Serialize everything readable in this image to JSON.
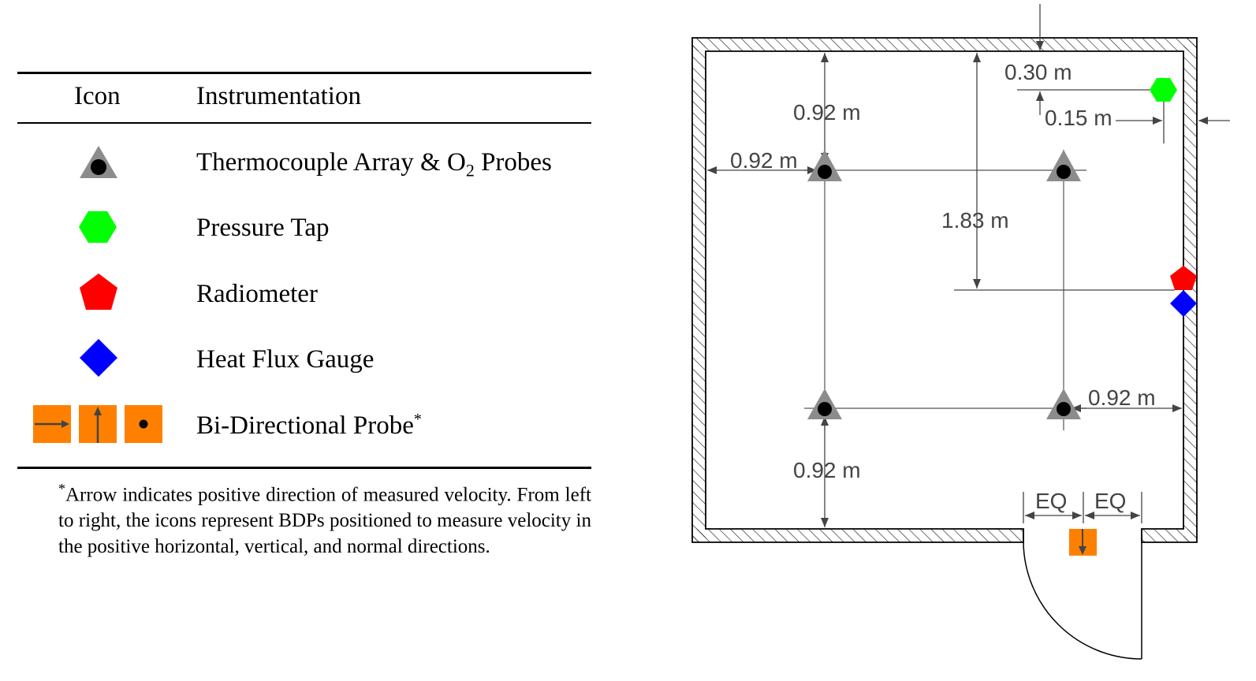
{
  "legend": {
    "header": {
      "icon": "Icon",
      "instrumentation": "Instrumentation"
    },
    "rows": [
      {
        "label_main": "Thermocouple Array & O",
        "label_sub": "2",
        "label_tail": " Probes",
        "icon": "gray-triangle-with-black-dot",
        "color": "#8c8c8c"
      },
      {
        "label": "Pressure Tap",
        "icon": "green-hexagon",
        "color": "#00ff00"
      },
      {
        "label": "Radiometer",
        "icon": "red-pentagon",
        "color": "#ff0000"
      },
      {
        "label": "Heat Flux Gauge",
        "icon": "blue-diamond",
        "color": "#0000ff"
      },
      {
        "label": "Bi-Directional Probe",
        "label_sup": "*",
        "icon": "orange-squares-with-arrows",
        "color": "#ff8000"
      }
    ],
    "footnote_mark": "*",
    "footnote": "Arrow indicates positive direction of measured velocity. From left to right, the icons represent BDPs positioned to measure velocity in the positive horizontal, vertical, and normal directions."
  },
  "plan": {
    "dimensions": {
      "top_left_vertical": "0.92 m",
      "top_left_horizontal": "0.92 m",
      "center_vertical": "1.83 m",
      "bottom_left_vertical": "0.92 m",
      "bottom_right_horizontal": "0.92 m",
      "pressure_tap_from_ceiling": "0.30 m",
      "pressure_tap_from_wall": "0.15 m",
      "door_eq_left": "EQ",
      "door_eq_right": "EQ"
    },
    "colors": {
      "wall": "#000000",
      "dimension": "#444444",
      "probe_gray": "#8c8c8c",
      "bdp_orange": "#ff8000"
    }
  }
}
